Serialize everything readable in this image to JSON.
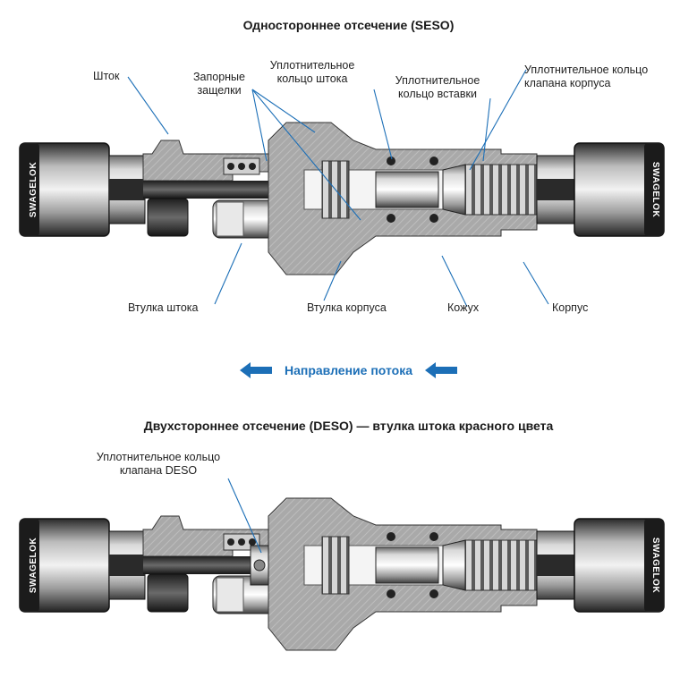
{
  "seso": {
    "title": "Одностороннее отсечение (SESO)",
    "labels": {
      "stem": "Шток",
      "latches": [
        "Запорные",
        "защелки"
      ],
      "stem_oring": [
        "Уплотнительное",
        "кольцо штока"
      ],
      "insert_oring": [
        "Уплотнительное",
        "кольцо вставки"
      ],
      "body_valve_oring": [
        "Уплотнительное кольцо",
        "клапана корпуса"
      ],
      "stem_sleeve": "Втулка штока",
      "body_sleeve": "Втулка корпуса",
      "housing": "Кожух",
      "body": "Корпус"
    }
  },
  "flow": {
    "text": "Направление потока",
    "color": "#1c6fb7"
  },
  "deso": {
    "title": "Двухстороннее отсечение (DESO) — втулка штока красного цвета",
    "labels": {
      "deso_valve_oring": [
        "Уплотнительное кольцо",
        "клапана DESO"
      ]
    }
  },
  "brand": "SWAGELOK"
}
